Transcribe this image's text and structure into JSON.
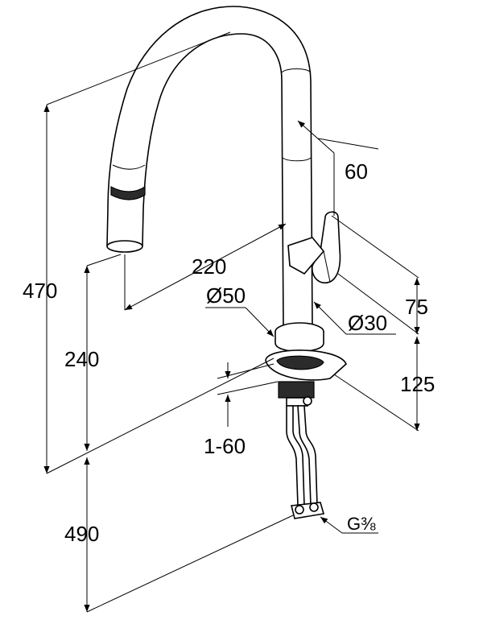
{
  "diagram": {
    "labels": {
      "height_total": "470",
      "spout_height": "240",
      "below_deck": "490",
      "reach": "220",
      "spout_top": "60",
      "handle_height": "75",
      "body_height": "125",
      "base_diameter": "Ø50",
      "body_diameter": "Ø30",
      "deck_thickness": "1-60",
      "connection": "G⅜"
    },
    "colors": {
      "line": "#000000",
      "fill": "#ffffff",
      "dark": "#2b2b2b"
    }
  }
}
